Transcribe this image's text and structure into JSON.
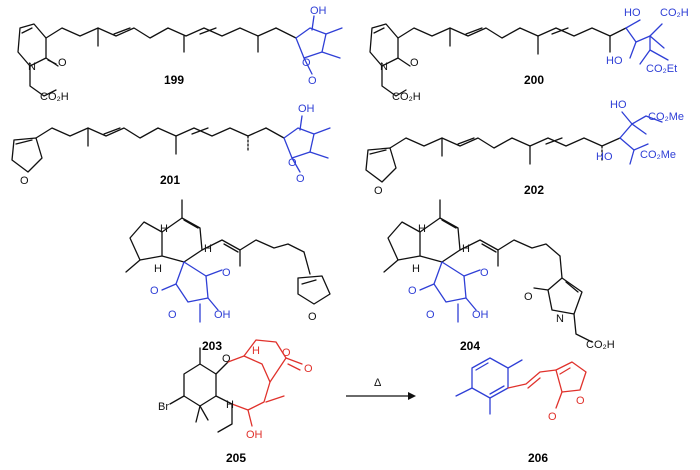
{
  "compounds": {
    "c199": {
      "number": "199"
    },
    "c200": {
      "number": "200"
    },
    "c201": {
      "number": "201"
    },
    "c202": {
      "number": "202"
    },
    "c203": {
      "number": "203"
    },
    "c204": {
      "number": "204"
    },
    "c205": {
      "number": "205"
    },
    "c206": {
      "number": "206"
    }
  },
  "reaction": {
    "condition": "Δ"
  },
  "labels": {
    "N": "N",
    "O": "O",
    "OH": "OH",
    "HO": "HO",
    "H": "H",
    "Br": "Br",
    "CO2H": "CO₂H",
    "CO2Et": "CO₂Et",
    "CO2Me": "CO₂Me"
  },
  "colors": {
    "highlight_blue": "#2f3fd6",
    "highlight_red": "#e0322c",
    "bonds": "#111111"
  }
}
